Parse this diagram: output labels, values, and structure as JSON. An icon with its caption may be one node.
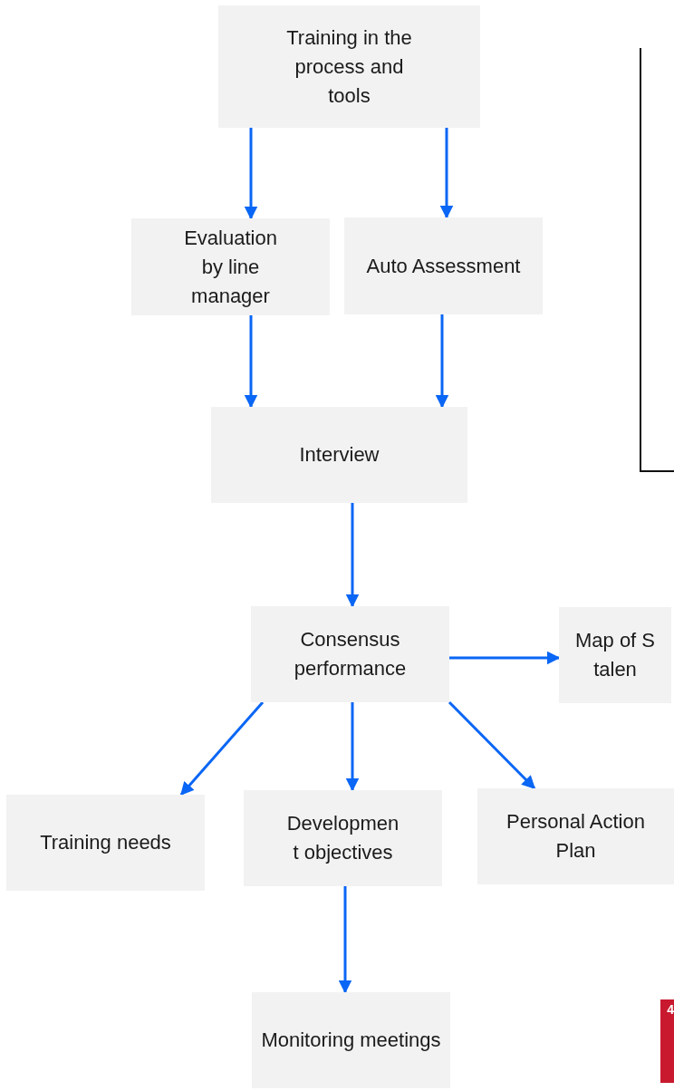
{
  "diagram": {
    "nodes": [
      {
        "text": [
          "Training in the process and tools"
        ]
      },
      {
        "text": [
          "Evaluation by line manager"
        ]
      },
      {
        "text": [
          "Auto Assessment"
        ]
      },
      {
        "text": [
          "Interview"
        ]
      },
      {
        "text": [
          "Consensus performance"
        ]
      },
      {
        "text": [
          "Map of S talen"
        ]
      },
      {
        "text": [
          "Training needs"
        ]
      },
      {
        "text": [
          "Developmen t objectives"
        ]
      },
      {
        "text": [
          "Personal Action Plan"
        ]
      },
      {
        "text": [
          "Monitoring meetings"
        ]
      }
    ],
    "edges": [
      {
        "from": 0,
        "to": 1,
        "arrow": "to"
      },
      {
        "from": 0,
        "to": 2,
        "arrow": "to"
      },
      {
        "from": 1,
        "to": 3,
        "arrow": "to"
      },
      {
        "from": 2,
        "to": 3,
        "arrow": "to"
      },
      {
        "from": 3,
        "to": 4,
        "arrow": "to"
      },
      {
        "from": 4,
        "to": 5,
        "arrow": "to"
      },
      {
        "from": 4,
        "to": 6,
        "arrow": "to"
      },
      {
        "from": 4,
        "to": 7,
        "arrow": "to"
      },
      {
        "from": 4,
        "to": 8,
        "arrow": "to"
      },
      {
        "from": 7,
        "to": 9,
        "arrow": "to"
      }
    ],
    "labels": [
      "4"
    ]
  }
}
